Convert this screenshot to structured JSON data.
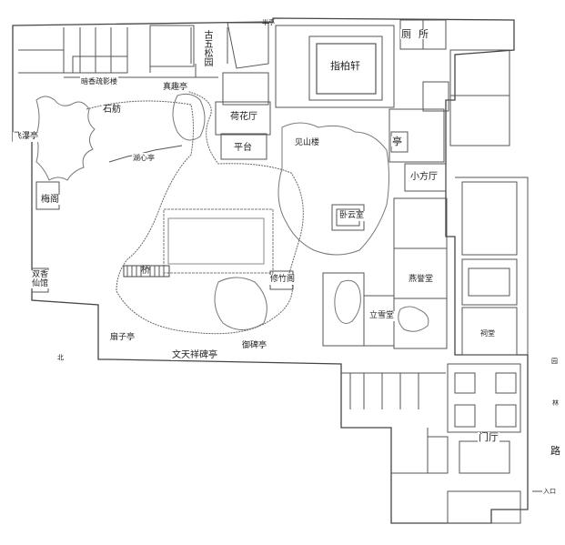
{
  "labels": {
    "gu_wu_song_yuan": "古五松园",
    "ban_ting": "半亭",
    "zhi_bai_xuan": "指柏轩",
    "ce_suo": "厕所",
    "an_xiang_shu_ying_lou": "暗香疏影楼",
    "zhen_qu_ting": "真趣亭",
    "shi_fang": "石舫",
    "he_hua_ting": "荷花厅",
    "fei_pu_ting": "飞瀑亭",
    "ping_tai": "平台",
    "hu_xin_ting": "湖心亭",
    "jian_shan_lou": "见山楼",
    "ting": "亭",
    "xiao_fang_ting": "小方厅",
    "wo_yun_shi": "卧云室",
    "mei_ge": "梅阁",
    "yan_yu_tang": "燕誉堂",
    "xiu_zhu_ge": "修竹阁",
    "qiao": "桥",
    "shuang_xiang_xian_guan": "双香仙馆",
    "li_xue_tang": "立雪堂",
    "ci_tang": "祠堂",
    "shan_zi_ting": "扇子亭",
    "yu_bei_ting": "御碑亭",
    "wen_tian_xiang_bei_ting": "文天祥碑亭",
    "men_ting": "门厅",
    "yuan": "园",
    "lin": "林",
    "lu": "路",
    "ru_kou": "入口",
    "bei": "北"
  }
}
